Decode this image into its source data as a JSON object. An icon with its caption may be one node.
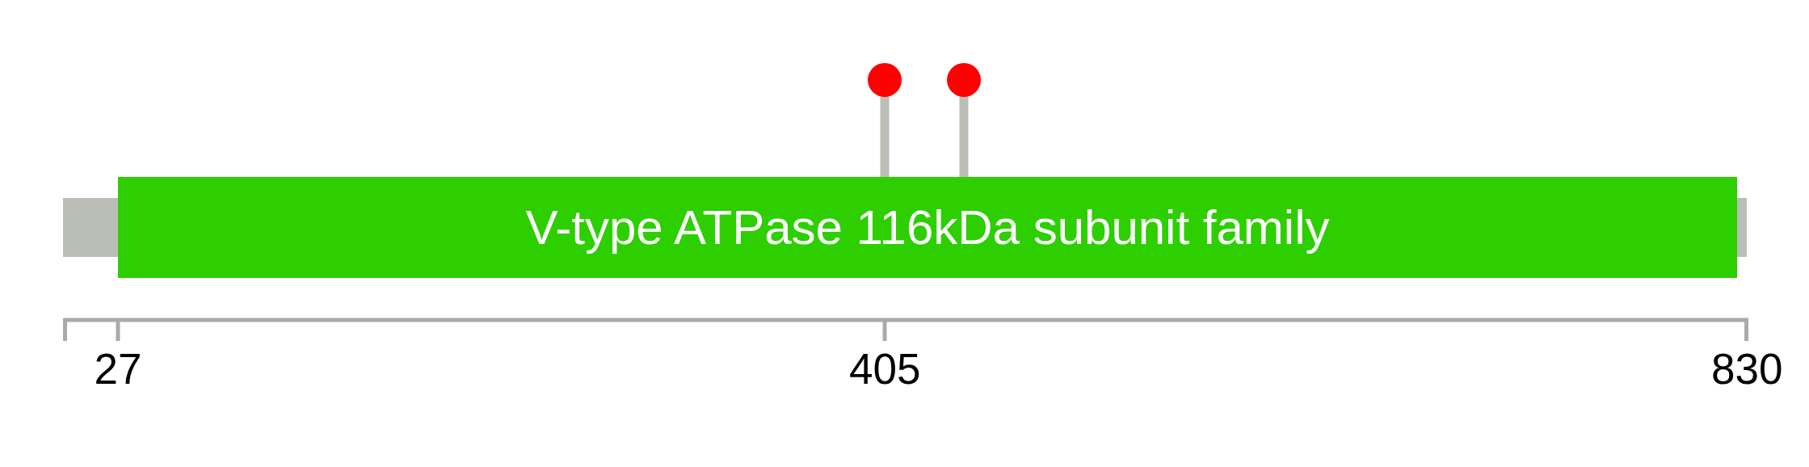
{
  "diagram": {
    "nodes": [
      {
        "text": [],
        "shape": "circle"
      },
      {
        "text": [],
        "shape": "circle"
      },
      {
        "text": [],
        "shape": "bar"
      },
      {
        "text": [
          "V-type ATPase 116kDa subunit family"
        ]
      },
      {
        "text": [],
        "shape": "bar"
      }
    ],
    "edges": [
      {
        "from": 0,
        "to": 3,
        "arrow": "none"
      },
      {
        "from": 1,
        "to": 3,
        "arrow": "none"
      }
    ],
    "labels": [
      "27",
      "405",
      "830"
    ]
  }
}
